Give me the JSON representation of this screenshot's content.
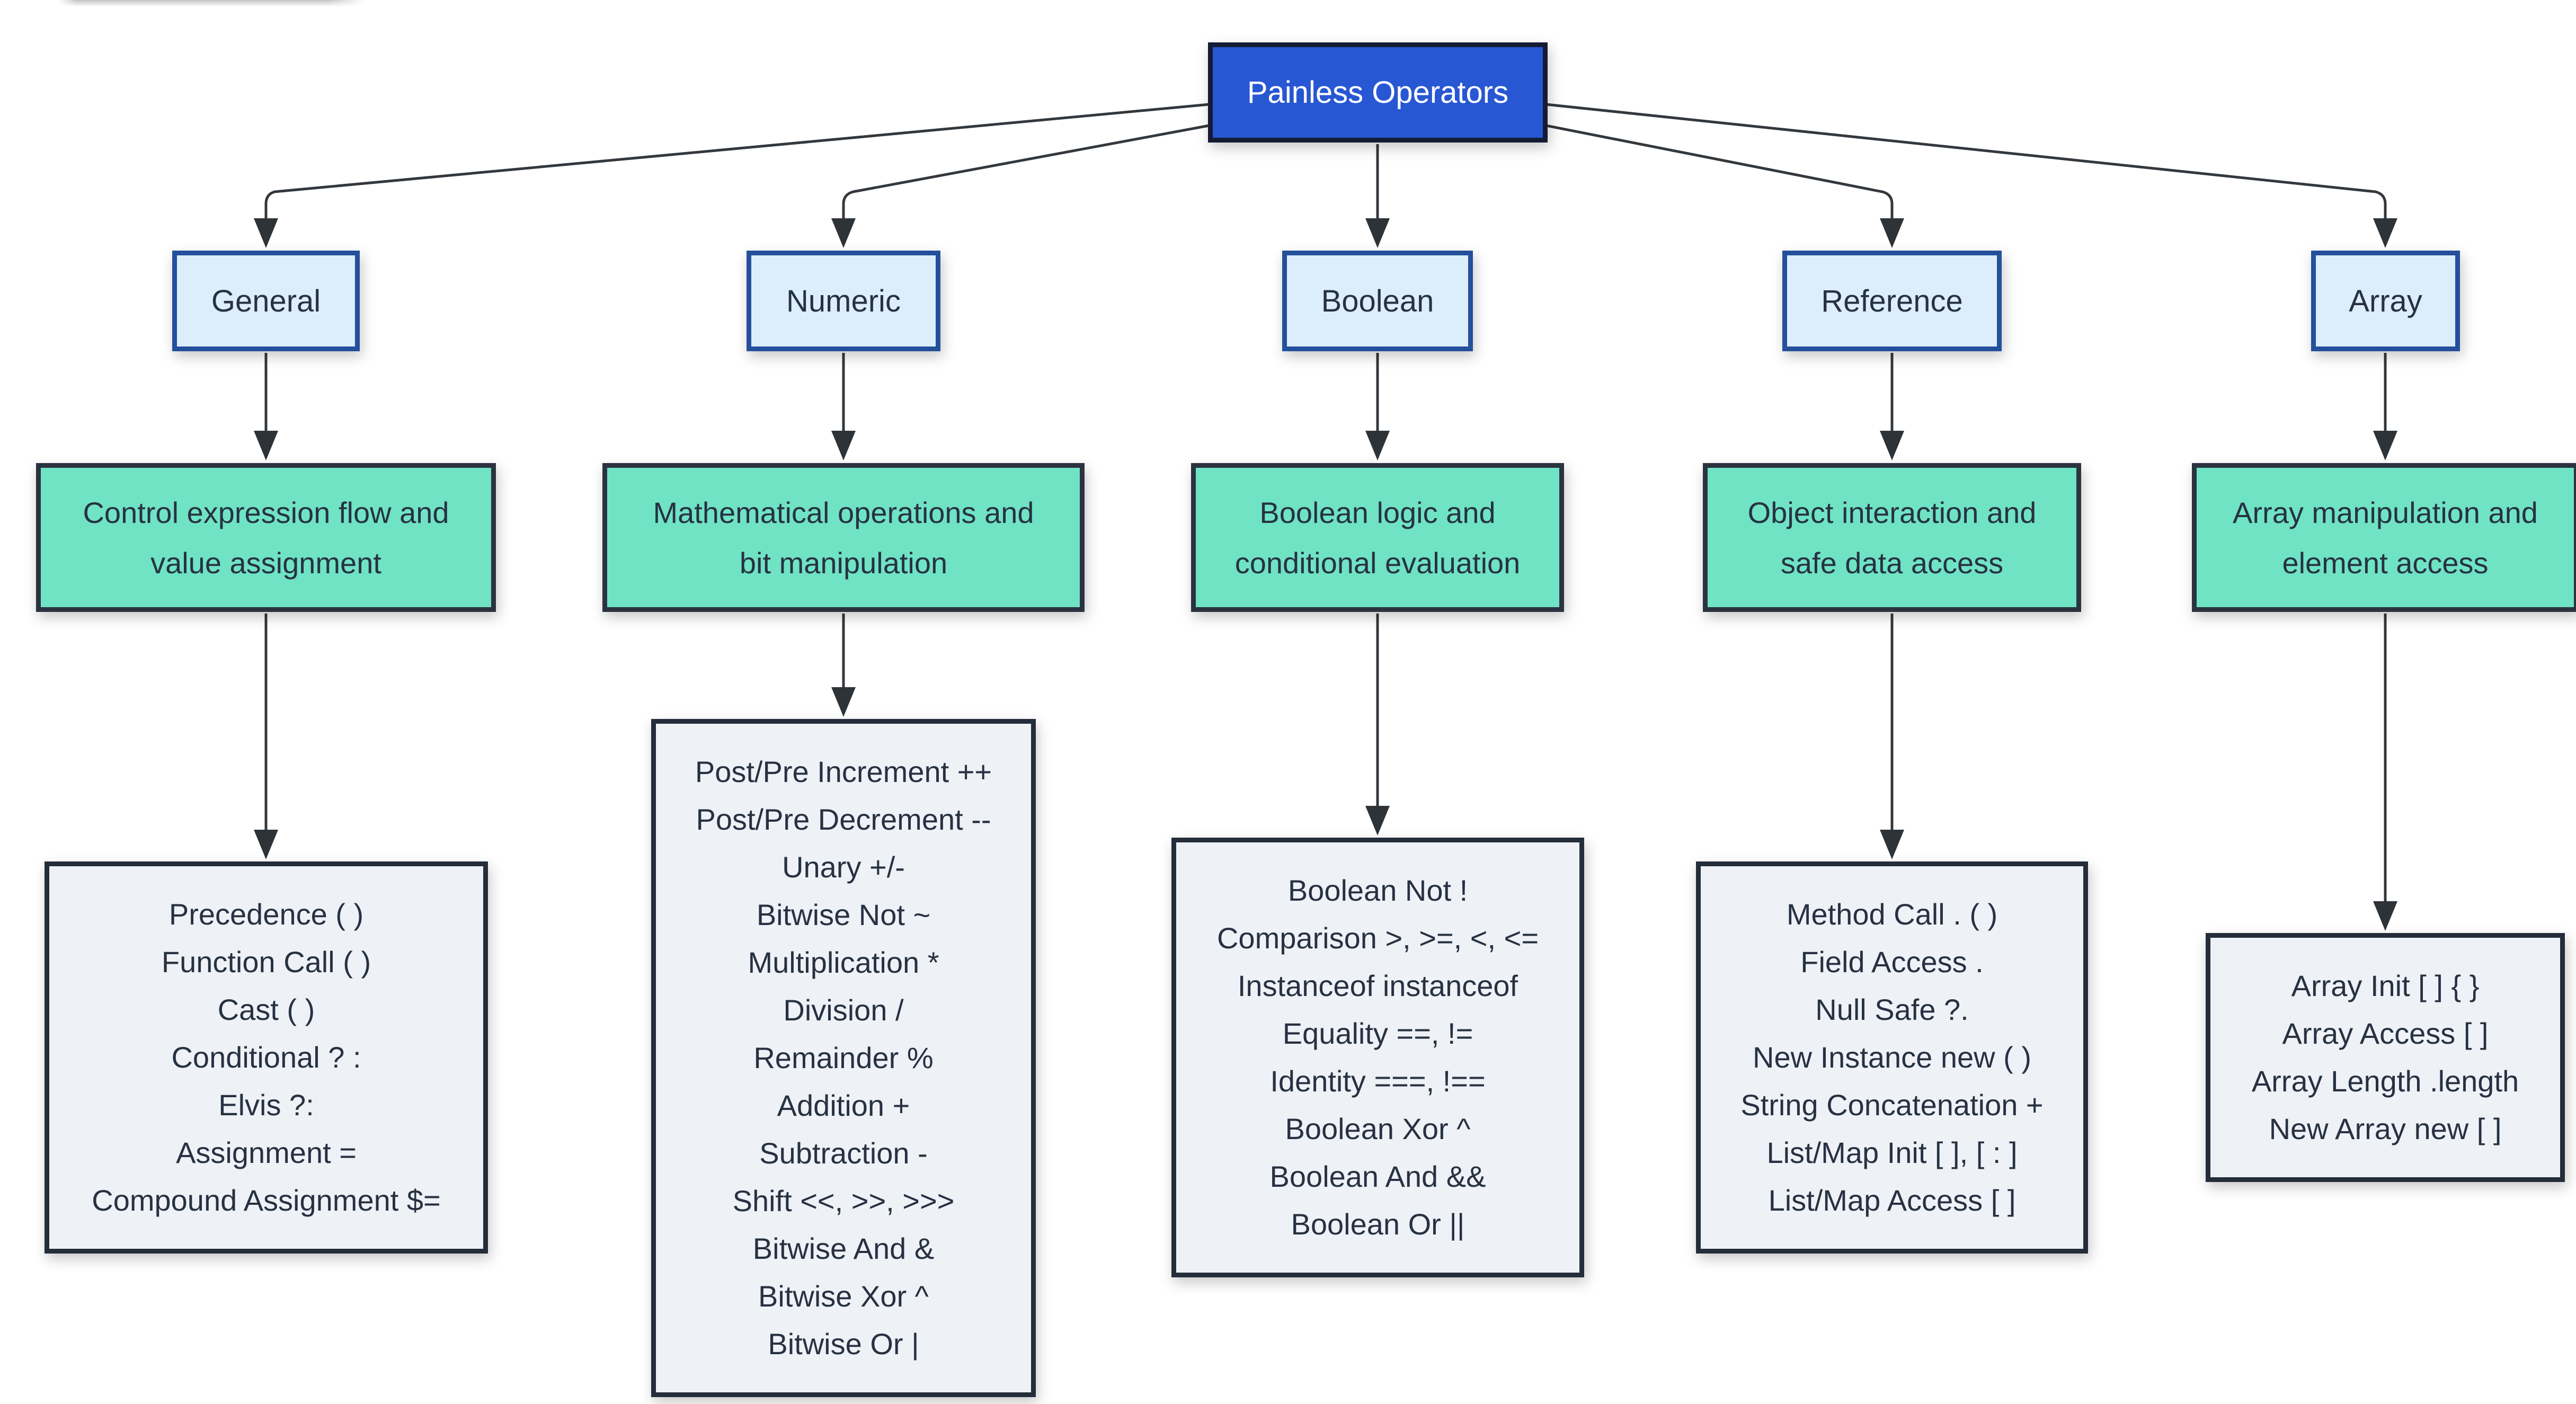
{
  "root": {
    "label": "Painless Operators"
  },
  "columns": [
    {
      "header": "General",
      "desc_line1": "Control expression flow and",
      "desc_line2": "value assignment",
      "details": [
        "Precedence ( )",
        "Function Call ( )",
        "Cast ( )",
        "Conditional ? :",
        "Elvis ?:",
        "Assignment =",
        "Compound Assignment $="
      ]
    },
    {
      "header": "Numeric",
      "desc_line1": "Mathematical operations and",
      "desc_line2": "bit manipulation",
      "details": [
        "Post/Pre Increment ++",
        "Post/Pre Decrement --",
        "Unary +/-",
        "Bitwise Not ~",
        "Multiplication *",
        "Division /",
        "Remainder %",
        "Addition +",
        "Subtraction -",
        "Shift <<, >>, >>>",
        "Bitwise And &",
        "Bitwise Xor ^",
        "Bitwise Or |"
      ]
    },
    {
      "header": "Boolean",
      "desc_line1": "Boolean logic and",
      "desc_line2": "conditional evaluation",
      "details": [
        "Boolean Not !",
        "Comparison >, >=, <, <=",
        "Instanceof instanceof",
        "Equality ==, !=",
        "Identity ===, !==",
        "Boolean Xor ^",
        "Boolean And &&",
        "Boolean Or ||"
      ]
    },
    {
      "header": "Reference",
      "desc_line1": "Object interaction and",
      "desc_line2": "safe data access",
      "details": [
        "Method Call . ( )",
        "Field Access .",
        "Null Safe ?.",
        "New Instance new ( )",
        "String Concatenation +",
        "List/Map Init [ ], [ : ]",
        "List/Map Access [ ]"
      ]
    },
    {
      "header": "Array",
      "desc_line1": "Array manipulation and",
      "desc_line2": "element access",
      "details": [
        "Array Init [ ] { }",
        "Array Access [ ]",
        "Array Length .length",
        "New Array new [ ]"
      ]
    }
  ],
  "palette": {
    "background": "#ffffff",
    "root_fill": "#2857d3",
    "root_border": "#141b33",
    "root_text": "#ffffff",
    "category_fill": "#dcedfb",
    "category_border": "#24509b",
    "summary_fill": "#6fe3c4",
    "summary_border": "#2b3340",
    "detail_fill": "#eef1f6",
    "detail_border": "#242d3a",
    "text": "#273142",
    "edge": "#33383d"
  }
}
